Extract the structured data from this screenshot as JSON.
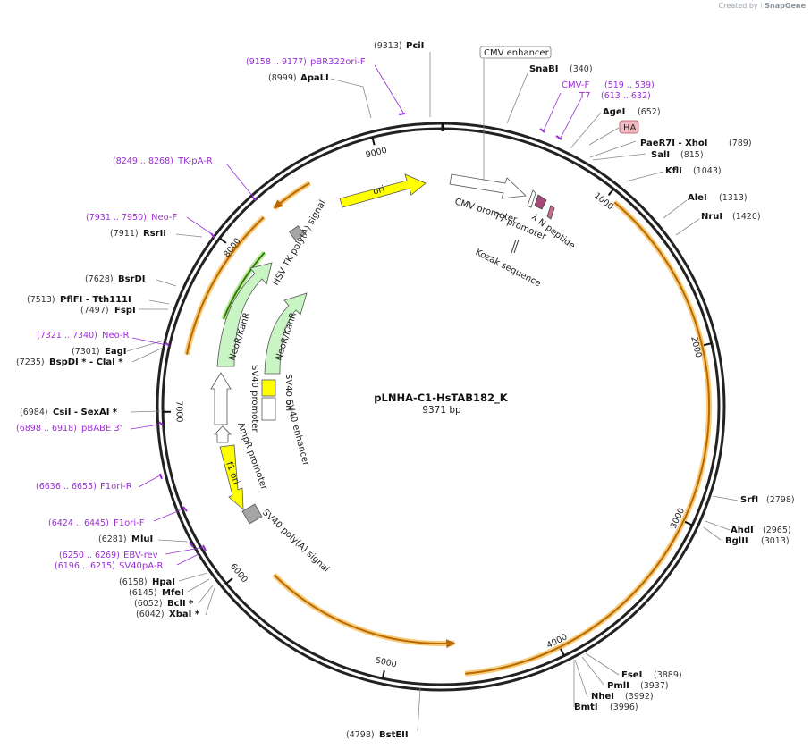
{
  "header": {
    "created_by": "Created by",
    "brand": "SnapGene"
  },
  "plasmid": {
    "name": "pLNHA-C1-HsTAB182_K",
    "length_label": "9371 bp"
  },
  "ruler": [
    "1000",
    "2000",
    "3000",
    "4000",
    "5000",
    "6000",
    "7000",
    "8000",
    "9000"
  ],
  "sites": [
    {
      "name": "PciI",
      "pos": "(9313)"
    },
    {
      "name": "ApaLI",
      "pos": "(8999)"
    },
    {
      "name": "SnaBI",
      "pos": "(340)"
    },
    {
      "name": "AgeI",
      "pos": "(652)"
    },
    {
      "name": "PaeR7I - XhoI",
      "pos": "(789)"
    },
    {
      "name": "SalI",
      "pos": "(815)"
    },
    {
      "name": "KflI",
      "pos": "(1043)"
    },
    {
      "name": "AleI",
      "pos": "(1313)"
    },
    {
      "name": "NruI",
      "pos": "(1420)"
    },
    {
      "name": "SrfI",
      "pos": "(2798)"
    },
    {
      "name": "AhdI",
      "pos": "(2965)"
    },
    {
      "name": "BglII",
      "pos": "(3013)"
    },
    {
      "name": "FseI",
      "pos": "(3889)"
    },
    {
      "name": "PmlI",
      "pos": "(3937)"
    },
    {
      "name": "NheI",
      "pos": "(3992)"
    },
    {
      "name": "BmtI",
      "pos": "(3996)"
    },
    {
      "name": "BstEII",
      "pos": "(4798)"
    },
    {
      "name": "RsrII",
      "pos": "(7911)"
    },
    {
      "name": "BsrDI",
      "pos": "(7628)"
    },
    {
      "name": "PflFI - Tth111I",
      "pos": "(7513)"
    },
    {
      "name": "FspI",
      "pos": "(7497)"
    },
    {
      "name": "EagI",
      "pos": "(7301)"
    },
    {
      "name": "BspDI * - ClaI *",
      "pos": "(7235)"
    },
    {
      "name": "CsiI - SexAI *",
      "pos": "(6984)"
    },
    {
      "name": "MluI",
      "pos": "(6281)"
    },
    {
      "name": "HpaI",
      "pos": "(6158)"
    },
    {
      "name": "MfeI",
      "pos": "(6145)"
    },
    {
      "name": "BclI *",
      "pos": "(6052)"
    },
    {
      "name": "XbaI *",
      "pos": "(6042)"
    }
  ],
  "primers": [
    {
      "name": "pBR322ori-F",
      "pos": "(9158 .. 9177)"
    },
    {
      "name": "CMV-F",
      "pos": "(519 .. 539)"
    },
    {
      "name": "T7",
      "pos": "(613 .. 632)"
    },
    {
      "name": "TK-pA-R",
      "pos": "(8249 .. 8268)"
    },
    {
      "name": "Neo-F",
      "pos": "(7931 .. 7950)"
    },
    {
      "name": "Neo-R",
      "pos": "(7321 .. 7340)"
    },
    {
      "name": "pBABE 3'",
      "pos": "(6898 .. 6918)"
    },
    {
      "name": "F1ori-R",
      "pos": "(6636 .. 6655)"
    },
    {
      "name": "F1ori-F",
      "pos": "(6424 .. 6445)"
    },
    {
      "name": "EBV-rev",
      "pos": "(6250 .. 6269)"
    },
    {
      "name": "SV40pA-R",
      "pos": "(6196 .. 6215)"
    }
  ],
  "features": {
    "cmv_enhancer": "CMV enhancer",
    "ha": "HA",
    "ori": "ori",
    "cmv_promoter": "CMV promoter",
    "t7_promoter": "T7 promoter",
    "lambda_n": "λ N peptide",
    "kozak": "Kozak sequence",
    "hsv_tk": "HSV TK poly(A) signal",
    "neokanr_outer": "NeoR/KanR",
    "neokanr_inner": "NeoR/KanR",
    "sv40_ori": "SV40 ori",
    "sv40_enhancer": "SV40 enhancer",
    "sv40_promoter": "SV40 promoter",
    "ampr_promoter": "AmpR promoter",
    "f1_ori": "f1 ori",
    "sv40_polya": "SV40 poly(A) signal"
  },
  "colors": {
    "backbone": "#222222",
    "orf": "#b86a00",
    "orf_glow": "#f6c56a",
    "ori": "#ffff00",
    "neokanr": "#c9f5c4",
    "promoter": "#ffffff",
    "polya": "#a5a5a5",
    "primer": "#9a2fd6",
    "ha_fill": "#f2b8c2",
    "neo_orf": "#2e7d00"
  },
  "icons": [
    "snapgene-logo-icon"
  ]
}
